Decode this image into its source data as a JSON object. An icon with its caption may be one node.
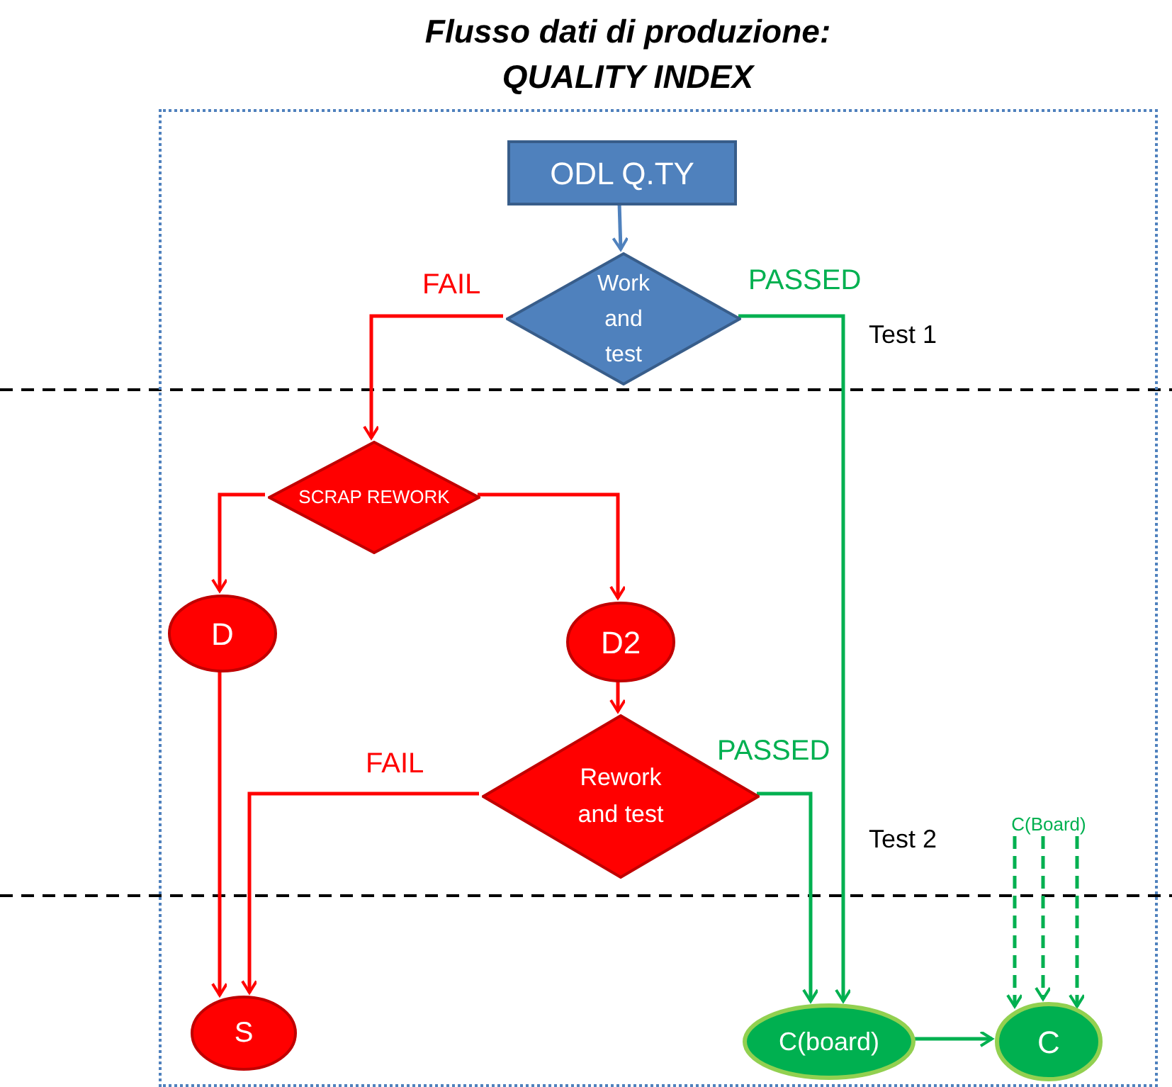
{
  "diagram": {
    "title": "Flusso dati di produzione: QUALITY INDEX",
    "nodes": [
      {
        "text": [],
        "shape": "box"
      },
      {
        "text": [
          "ODL Q.TY"
        ],
        "in": 0
      },
      {
        "text": [
          "Work and test"
        ],
        "in": 0
      },
      {
        "text": [
          "SCRAP REWORK"
        ],
        "in": 0
      },
      {
        "text": [
          "D"
        ],
        "in": 0
      },
      {
        "text": [
          "D2"
        ],
        "in": 0
      },
      {
        "text": [
          "Rework and test"
        ],
        "in": 0
      },
      {
        "text": [
          "S"
        ],
        "in": 0
      },
      {
        "text": [
          "C(board)"
        ],
        "in": 0
      },
      {
        "text": [
          "C"
        ],
        "in": 0
      },
      {
        "text": [
          "C(Board)"
        ],
        "in": 0
      }
    ],
    "edges": [
      {
        "from": 1,
        "to": 2,
        "arrow": "to",
        "color": "#4f81bd"
      },
      {
        "from": 2,
        "to": 3,
        "arrow": "to",
        "label": "FAIL",
        "color": "#ff0000"
      },
      {
        "from": 2,
        "to": 8,
        "arrow": "to",
        "label": "PASSED",
        "color": "#00b050"
      },
      {
        "from": 3,
        "to": 4,
        "arrow": "to",
        "color": "#ff0000"
      },
      {
        "from": 3,
        "to": 5,
        "arrow": "to",
        "color": "#ff0000"
      },
      {
        "from": 5,
        "to": 6,
        "arrow": "to",
        "color": "#ff0000"
      },
      {
        "from": 6,
        "to": 7,
        "arrow": "to",
        "label": "FAIL",
        "color": "#ff0000"
      },
      {
        "from": 4,
        "to": 7,
        "arrow": "to",
        "color": "#ff0000"
      },
      {
        "from": 6,
        "to": 8,
        "arrow": "to",
        "label": "PASSED",
        "color": "#00b050"
      },
      {
        "from": 8,
        "to": 9,
        "arrow": "to",
        "color": "#00b050"
      },
      {
        "from": 10,
        "to": 9,
        "arrow": "to",
        "style": "dashed",
        "color": "#00b050"
      },
      {
        "from": 10,
        "to": 9,
        "arrow": "to",
        "style": "dashed",
        "color": "#00b050"
      },
      {
        "from": 10,
        "to": 9,
        "arrow": "to",
        "style": "dashed",
        "color": "#00b050"
      }
    ],
    "labels": [
      "Test 1",
      "Test 2"
    ]
  }
}
